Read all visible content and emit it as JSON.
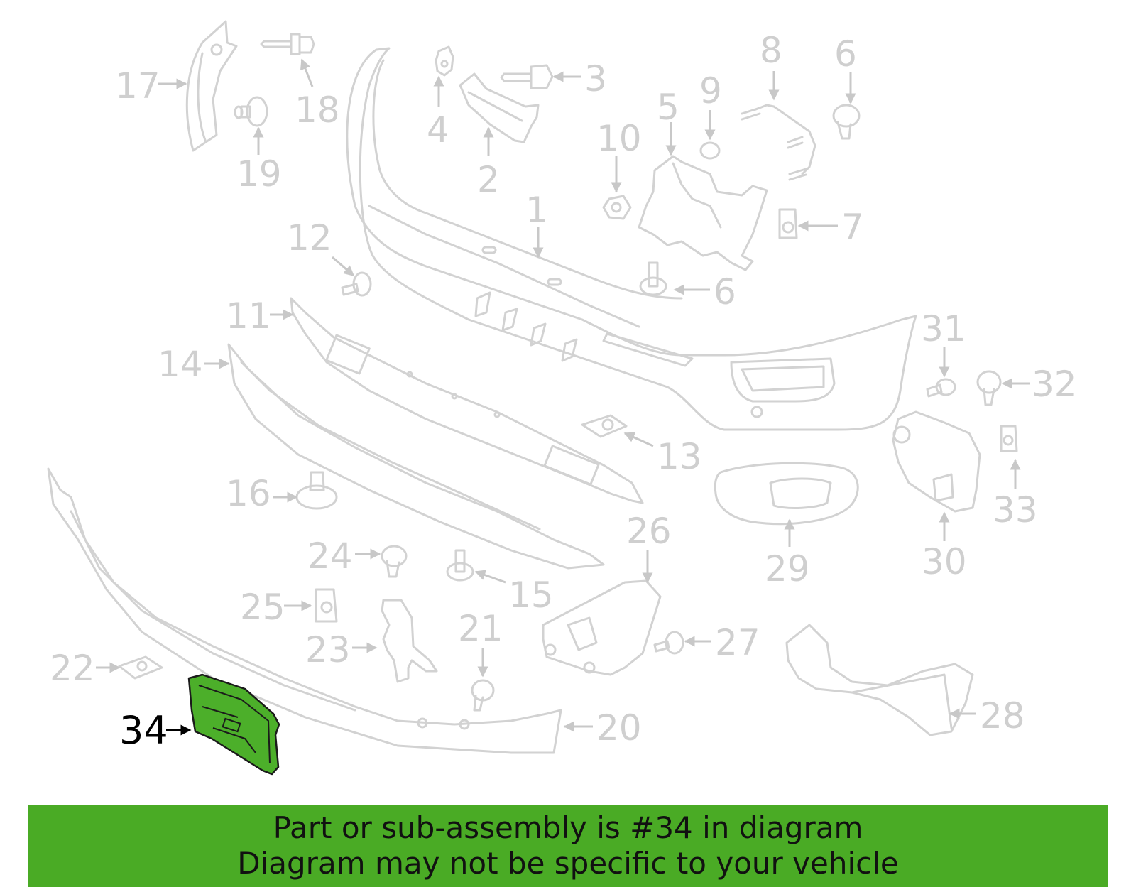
{
  "diagram": {
    "callouts": [
      "1",
      "2",
      "3",
      "4",
      "5",
      "6",
      "6",
      "7",
      "8",
      "9",
      "10",
      "11",
      "12",
      "13",
      "14",
      "15",
      "16",
      "17",
      "18",
      "19",
      "20",
      "21",
      "22",
      "23",
      "24",
      "25",
      "26",
      "27",
      "28",
      "29",
      "30",
      "31",
      "32",
      "33",
      "34"
    ],
    "highlighted_part": "34",
    "highlight_color": "#4caf2a",
    "line_color": "#d2d2d2"
  },
  "banner": {
    "background": "#4aab25",
    "line1": "Part or sub-assembly is #34 in diagram",
    "line2": "Diagram may not be specific to your vehicle"
  }
}
